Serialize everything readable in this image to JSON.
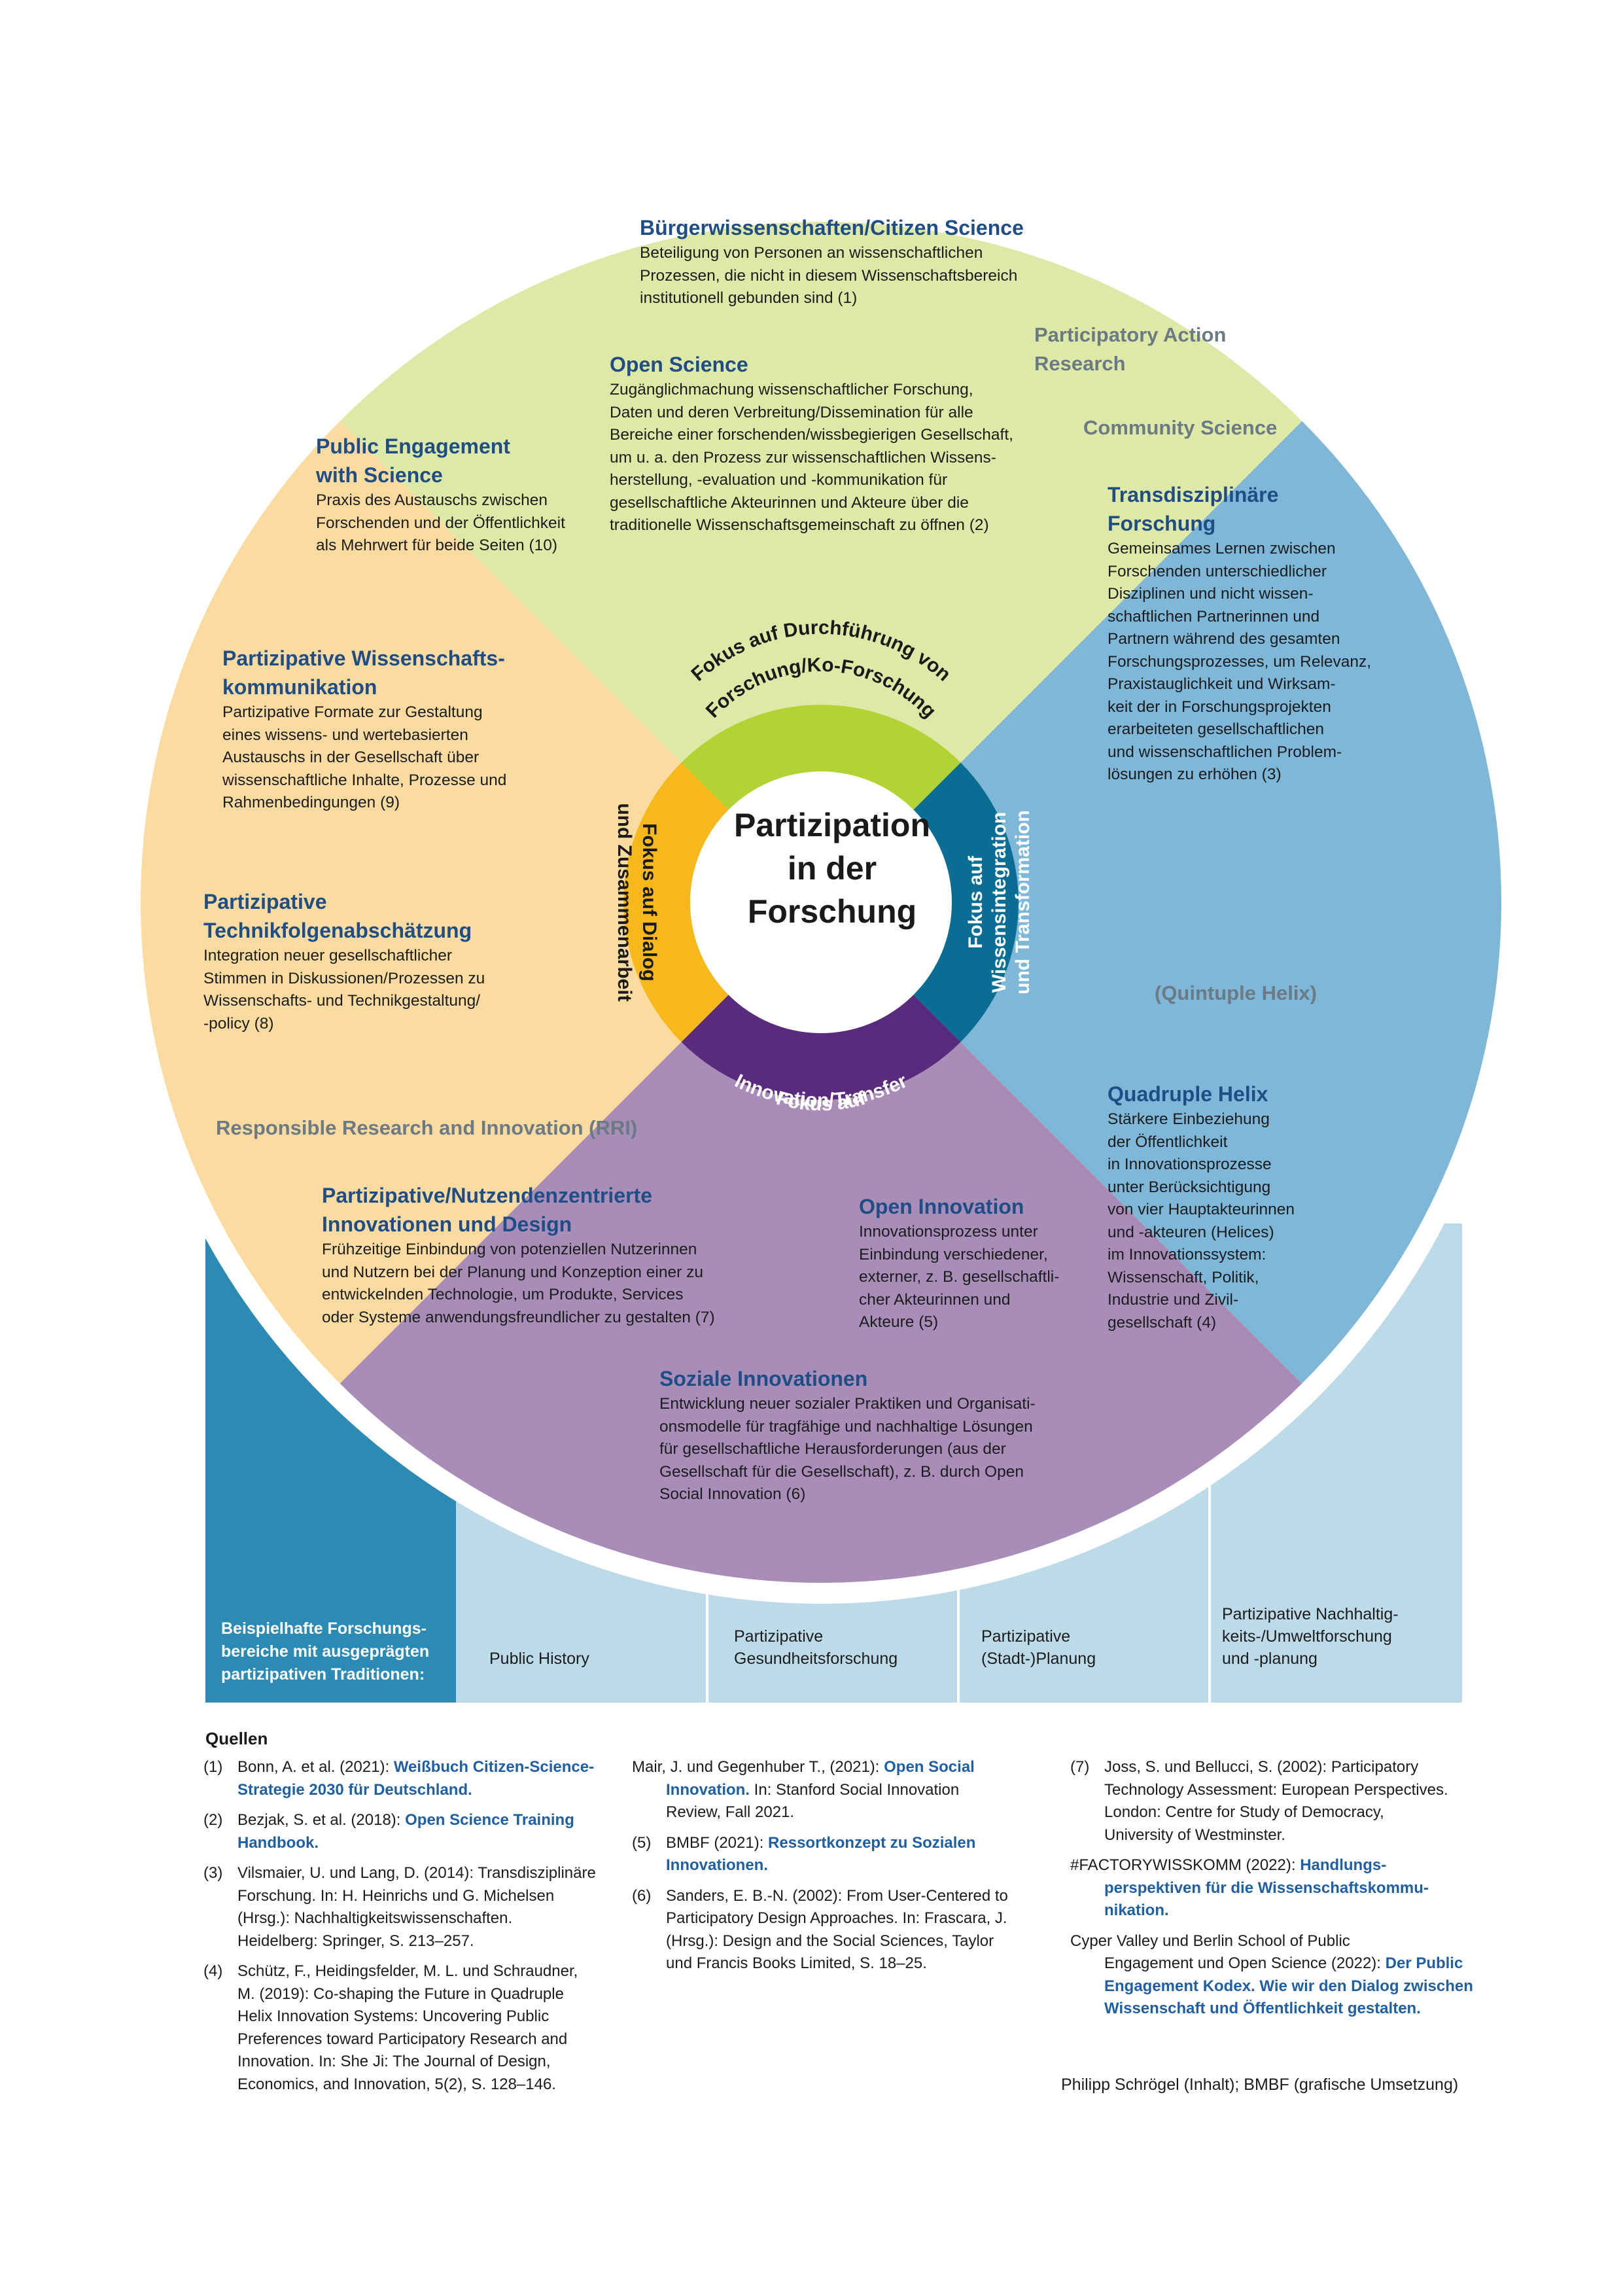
{
  "center": {
    "title": "Partizipation\nin der\nForschung"
  },
  "inner_ring": {
    "top": {
      "line1": "Fokus auf Durchführung von",
      "line2": "Forschung/Ko-Forschung",
      "color": "#b3d334"
    },
    "right": {
      "line1": "Fokus auf",
      "line2": "Wissensintegration",
      "line3": "und Transformation",
      "color": "#0a6e94"
    },
    "bottom": {
      "line1": "Fokus auf",
      "line2": "Innovation/Transfer",
      "color": "#5a2a7c"
    },
    "left": {
      "line1": "Fokus auf Dialog",
      "line2": "und Zusammenarbeit",
      "color": "#f7b81c"
    }
  },
  "colors": {
    "top_sector": "#dfe9a7",
    "right_sector": "#7fb7d8",
    "bottom_sector": "#a78db8",
    "left_sector": "#fbdb9f",
    "bottom_band": "#bcdae8",
    "bottom_band_first": "#2b8bb4",
    "link": "#1f5fa3",
    "heading": "#1f4e86"
  },
  "blocks": [
    {
      "title": "Bürgerwissenschaften/Citizen Science",
      "desc": "Beteiligung von Personen an wissenschaftlichen\nProzessen, die nicht in diesem Wissenschaftsbereich\ninstitutionell gebunden sind (1)"
    },
    {
      "title": "Open Science",
      "desc": "Zugänglichmachung wissenschaftlicher Forschung,\nDaten und deren Verbreitung/Dissemination für alle\nBereiche einer forschenden/wissbegierigen Gesellschaft,\num u. a. den Prozess zur wissenschaftlichen Wissens-\nherstellung, -evaluation und -kommunikation für\ngesellschaftliche Akteurinnen und Akteure über die\ntraditionelle Wissenschaftsgemeinschaft zu öffnen (2)"
    },
    {
      "title": "Public Engagement\nwith Science",
      "desc": "Praxis des Austauschs zwischen\nForschenden und der Öffentlichkeit\nals Mehrwert für beide Seiten (10)"
    },
    {
      "title": "Partizipative Wissenschafts-\nkommunikation",
      "desc": "Partizipative Formate zur Gestaltung\neines wissens- und wertebasierten\nAustauschs in der Gesellschaft über\nwissenschaftliche Inhalte, Prozesse und\nRahmenbedingungen (9)"
    },
    {
      "title": "Partizipative\nTechnikfolgenabschätzung",
      "desc": "Integration neuer gesellschaftlicher\nStimmen in Diskussionen/Prozessen zu\nWissenschafts- und Technikgestaltung/\n-policy (8)"
    },
    {
      "title": "Transdisziplinäre\nForschung",
      "desc": "Gemeinsames Lernen zwischen\nForschenden unterschiedlicher\nDisziplinen und nicht wissen-\nschaftlichen Partnerinnen und\nPartnern während des gesamten\nForschungsprozesses, um Relevanz,\nPraxistauglichkeit und Wirksam-\nkeit der in Forschungsprojekten\nerarbeiteten gesellschaftlichen\nund wissenschaftlichen Problem-\nlösungen zu erhöhen (3)"
    },
    {
      "title": "Quadruple Helix",
      "desc": "Stärkere Einbeziehung\nder Öffentlichkeit\nin Innovationsprozesse\nunter Berücksichtigung\nvon vier Hauptakteurinnen\nund -akteuren (Helices)\nim Innovationssystem:\nWissenschaft, Politik,\nIndustrie und Zivil-\ngesellschaft (4)"
    },
    {
      "title": "Partizipative/Nutzendenzentrierte\nInnovationen und Design",
      "desc": "Frühzeitige Einbindung von potenziellen Nutzerinnen\nund Nutzern bei der Planung und Konzeption einer zu\nentwickelnden Technologie, um Produkte, Services\noder Systeme anwendungsfreundlicher zu gestalten (7)"
    },
    {
      "title": "Open Innovation",
      "desc": "Innovationsprozess unter\nEinbindung verschiedener,\nexterner, z. B. gesellschaftli-\ncher Akteurinnen und\nAkteure (5)"
    },
    {
      "title": "Soziale Innovationen",
      "desc": "Entwicklung neuer sozialer Praktiken und Organisati-\nonsmodelle für tragfähige und nachhaltige Lösungen\nfür gesellschaftliche Herausforderungen (aus der\nGesellschaft für die Gesellschaft), z. B. durch Open\nSocial Innovation (6)"
    }
  ],
  "grey_labels": [
    "Participatory Action\nResearch",
    "Community Science",
    "(Quintuple Helix)",
    "Responsible Research and Innovation (RRI)"
  ],
  "bottom_band": [
    "Beispielhafte Forschungs-\nbereiche mit ausgeprägten\npartizipativen Traditionen:",
    "Public History",
    "Partizipative\nGesundheitsforschung",
    "Partizipative\n(Stadt-)Planung",
    "Partizipative Nachhaltig-\nkeits-/Umweltforschung\nund -planung"
  ],
  "sources": {
    "title": "Quellen",
    "refs": [
      {
        "num": "(1)",
        "text": "Bonn, A. et al. (2021): ",
        "link": "Weißbuch Citizen-Science-\nStrategie 2030 für Deutschland."
      },
      {
        "num": "(2)",
        "text": "Bezjak, S. et al. (2018): ",
        "link": "Open Science Training\nHandbook."
      },
      {
        "num": "(3)",
        "text": "Vilsmaier, U. und Lang, D. (2014): Transdisziplinäre\nForschung. In: H. Heinrichs und G. Michelsen\n(Hrsg.): Nachhaltigkeitswissenschaften.\nHeidelberg: Springer, S. 213–257.",
        "link": ""
      },
      {
        "num": "(4)",
        "text": "Schütz, F., Heidingsfelder, M. L. und Schraudner,\nM. (2019): Co-shaping the Future in Quadruple\nHelix Innovation Systems: Uncovering Public\nPreferences toward Participatory Research and\nInnovation. In: She Ji: The Journal of Design,\nEconomics, and Innovation, 5(2), S. 128–146.",
        "link": ""
      },
      {
        "num": "",
        "text": "Mair, J. und Gegenhuber T., (2021): ",
        "link": "Open Social\nInnovation.",
        "after": " In: Stanford Social Innovation\nReview, Fall 2021."
      },
      {
        "num": "(5)",
        "text": "BMBF (2021): ",
        "link": "Ressortkonzept zu Sozialen\nInnovationen."
      },
      {
        "num": "(6)",
        "text": "Sanders, E. B.-N. (2002): From User-Centered to\nParticipatory Design Approaches. In: Frascara, J.\n(Hrsg.): Design and the Social Sciences, Taylor\nund Francis Books Limited, S. 18–25.",
        "link": ""
      },
      {
        "num": "(7)",
        "text": "Joss, S. und Bellucci, S. (2002): Participatory\nTechnology Assessment: European Perspectives.\nLondon: Centre for Study of Democracy,\nUniversity of Westminster.",
        "link": ""
      },
      {
        "num": "",
        "text": "#FACTORYWISSKOMM (2022): ",
        "link": "Handlungs-\nperspektiven für die Wissenschaftskommu-\nnikation."
      },
      {
        "num": "",
        "text": "Cyper Valley und Berlin School of Public\nEngagement und Open Science (2022): ",
        "link": "Der Public\nEngagement Kodex. Wie wir den Dialog zwischen\nWissenschaft und Öffentlichkeit gestalten."
      }
    ],
    "credit": "Philipp Schrögel (Inhalt); BMBF (grafische Umsetzung)"
  }
}
